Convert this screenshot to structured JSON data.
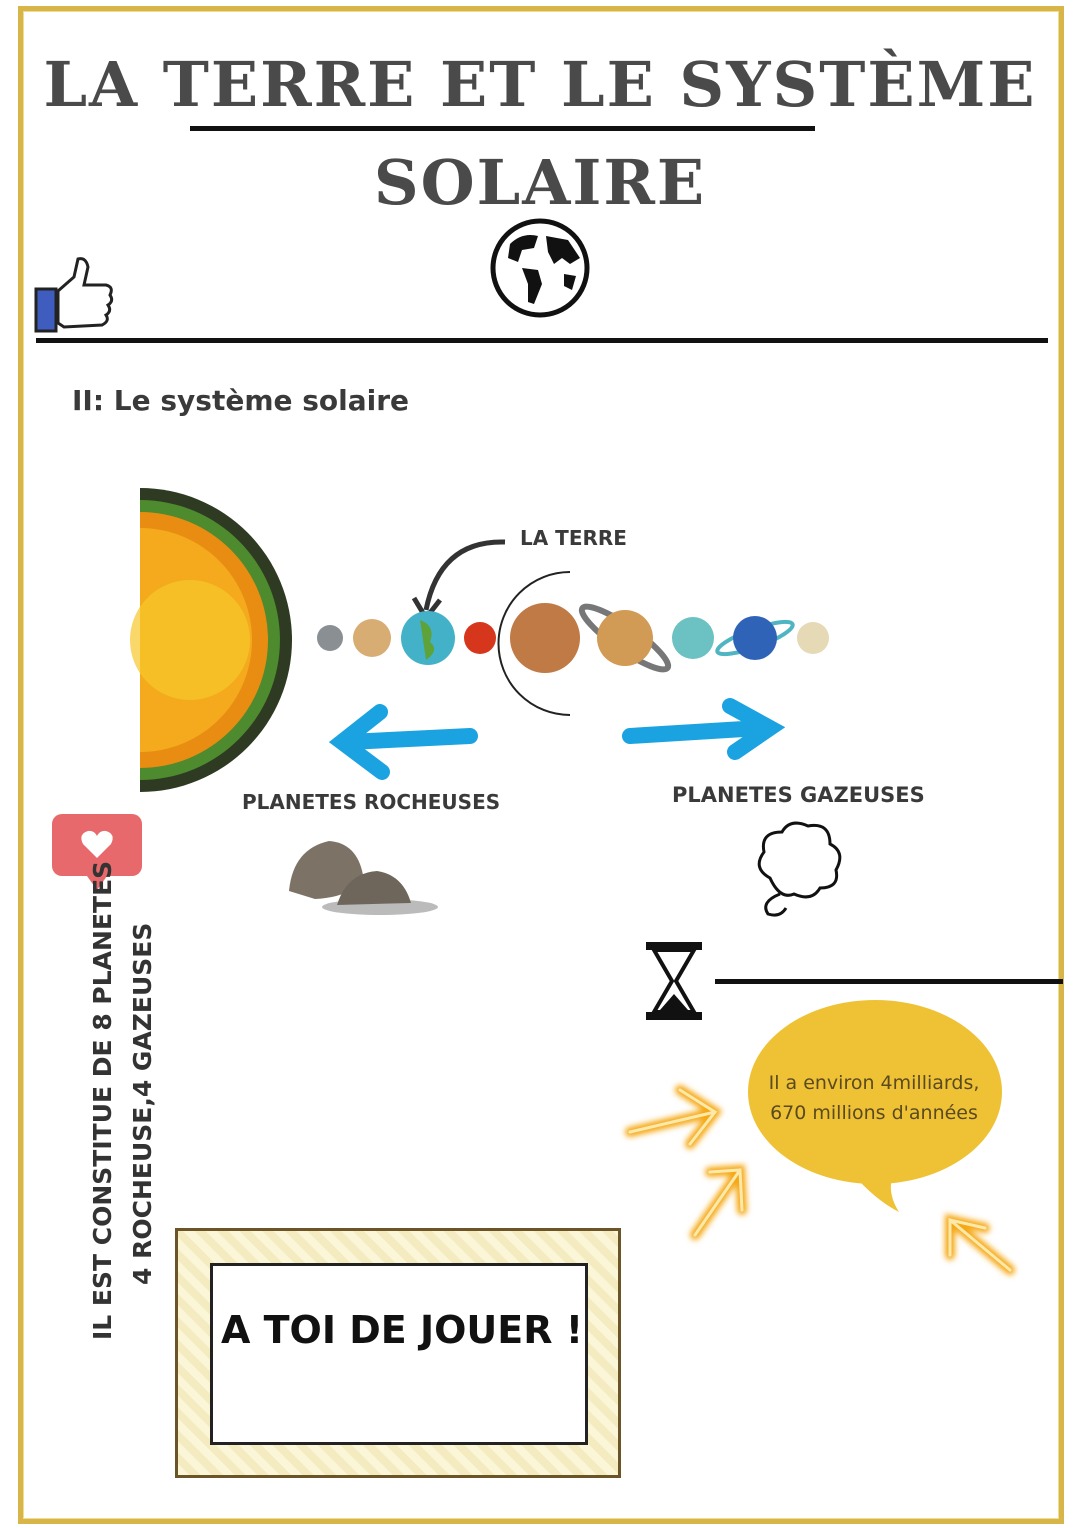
{
  "title": {
    "line1": "LA TERRE ET LE SYSTÈME",
    "line2": "SOLAIRE"
  },
  "section": {
    "heading": "II: Le système solaire"
  },
  "diagram": {
    "earth_label": "LA TERRE",
    "rocky_label": "PLANETES ROCHEUSES",
    "gas_label": "PLANETES GAZEUSES"
  },
  "side_note": {
    "line1": "IL EST CONSTITUE DE 8 PLANETES",
    "line2": "4 ROCHEUSE,4 GAZEUSES"
  },
  "age_bubble": {
    "line1": "Il a environ 4milliards,",
    "line2": "670 millions d'années"
  },
  "activity": {
    "label": "A TOI DE JOUER !"
  },
  "colors": {
    "gold_frame": "#d8b548",
    "bubble": "#efc235",
    "arrow_blue": "#1aa3e0",
    "heart_badge": "#e8696b"
  }
}
